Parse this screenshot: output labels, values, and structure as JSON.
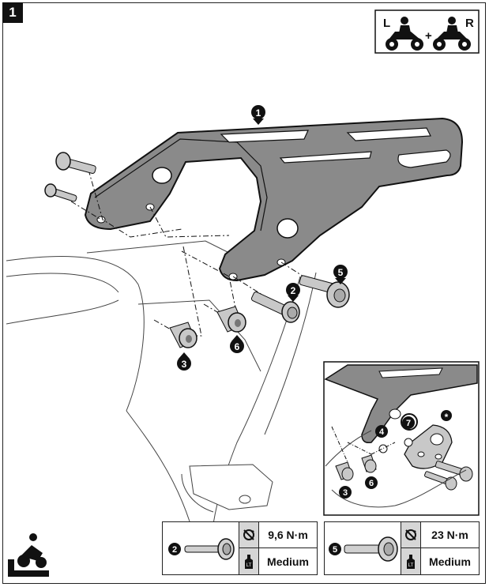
{
  "step": {
    "number": "1"
  },
  "side_indicator": {
    "left_label": "L",
    "plus": "+",
    "right_label": "R"
  },
  "callouts": [
    {
      "id": "1"
    },
    {
      "id": "2"
    },
    {
      "id": "3"
    },
    {
      "id": "5"
    },
    {
      "id": "6"
    }
  ],
  "inset": {
    "callouts": [
      {
        "id": "4"
      },
      {
        "id": "7"
      },
      {
        "id": "3"
      },
      {
        "id": "6"
      }
    ],
    "asterisk": "*"
  },
  "torque_tables": [
    {
      "bolt_id": "2",
      "torque": "9,6 N·m",
      "threadlock": "Medium"
    },
    {
      "bolt_id": "5",
      "torque": "23 N·m",
      "threadlock": "Medium"
    }
  ],
  "colors": {
    "ink": "#111111",
    "rack": "#8a8a8a",
    "bolt": "#c8c8c8",
    "panel_icon_bg": "#d6d6d6"
  }
}
